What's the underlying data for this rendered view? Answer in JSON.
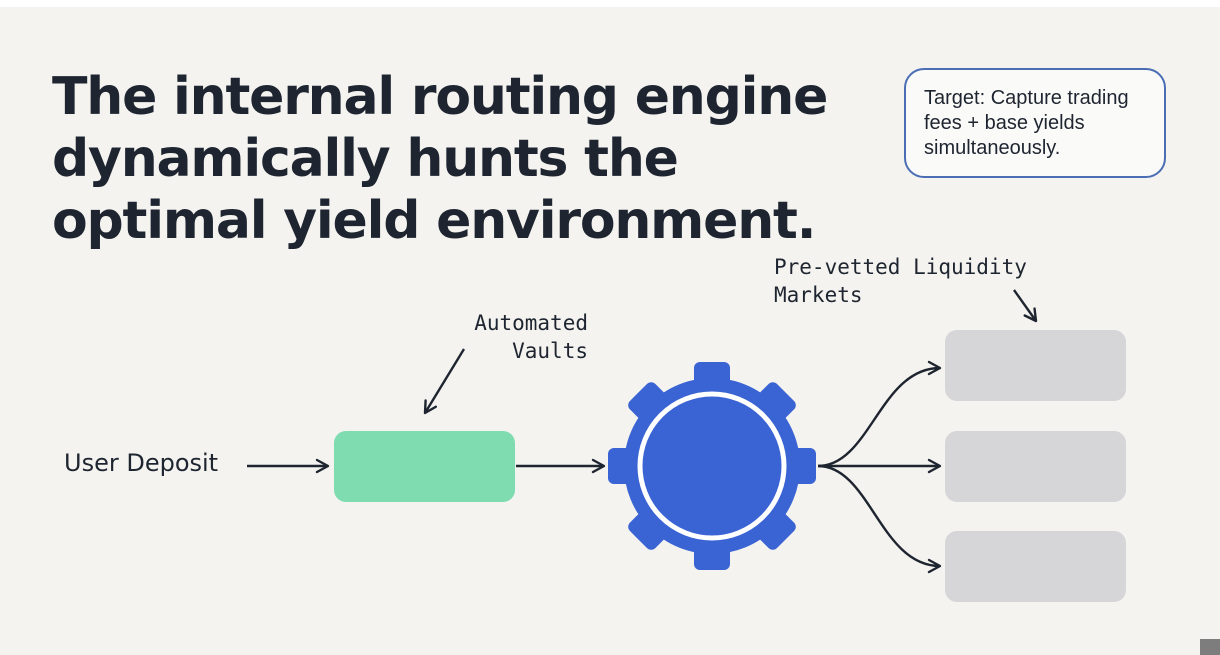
{
  "headline": "The internal routing engine dynamically hunts the optimal yield environment.",
  "callout": {
    "text": "Target: Capture trading fees + base yields simultaneously."
  },
  "diagram": {
    "source_label": "User Deposit",
    "vaults_label": "Automated\n   Vaults",
    "markets_label": "Pre-vetted Liquidity\nMarkets",
    "engine_icon": "gear-icon"
  },
  "colors": {
    "background": "#f4f3ef",
    "text": "#1e2530",
    "vault": "#7fdcb1",
    "engine": "#3a63d4",
    "market": "#d6d6d8",
    "callout_border": "#4a6db4"
  }
}
